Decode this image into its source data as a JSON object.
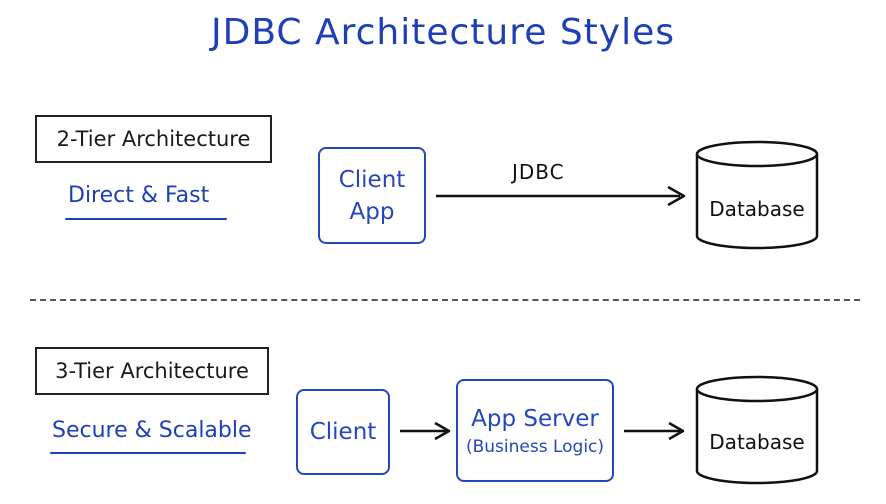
{
  "title": "JDBC Architecture Styles",
  "two_tier": {
    "label": "2-Tier Architecture",
    "subtitle": "Direct & Fast",
    "client_line1": "Client",
    "client_line2": "App",
    "arrow_label": "JDBC",
    "database": "Database"
  },
  "three_tier": {
    "label": "3-Tier Architecture",
    "subtitle": "Secure & Scalable",
    "client": "Client",
    "server_line1": "App Server",
    "server_line2": "(Business Logic)",
    "database": "Database"
  },
  "colors": {
    "accent": "#1f3fb5",
    "box_border": "#2747b8",
    "ink": "#1a1a1a"
  }
}
